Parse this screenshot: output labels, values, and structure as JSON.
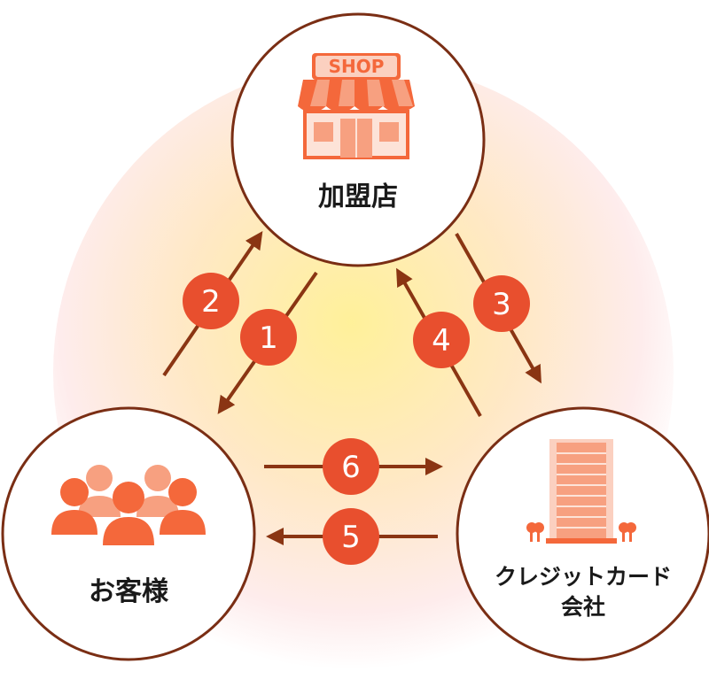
{
  "nodes": {
    "shop": {
      "label": "加盟店",
      "sign": "SHOP"
    },
    "customer": {
      "label": "お客様"
    },
    "card_company": {
      "label_line1": "クレジットカード",
      "label_line2": "会社"
    }
  },
  "steps": {
    "s1": "1",
    "s2": "2",
    "s3": "3",
    "s4": "4",
    "s5": "5",
    "s6": "6"
  },
  "colors": {
    "circle_border": "#7a2e14",
    "arrow": "#8a3513",
    "badge": "#e84f2e",
    "icon_primary": "#f4683b",
    "icon_light": "#f7a080",
    "icon_pale": "#fbd0c0"
  },
  "icons": {
    "shop": "shop-icon",
    "customer": "people-group-icon",
    "card_company": "office-building-icon"
  }
}
